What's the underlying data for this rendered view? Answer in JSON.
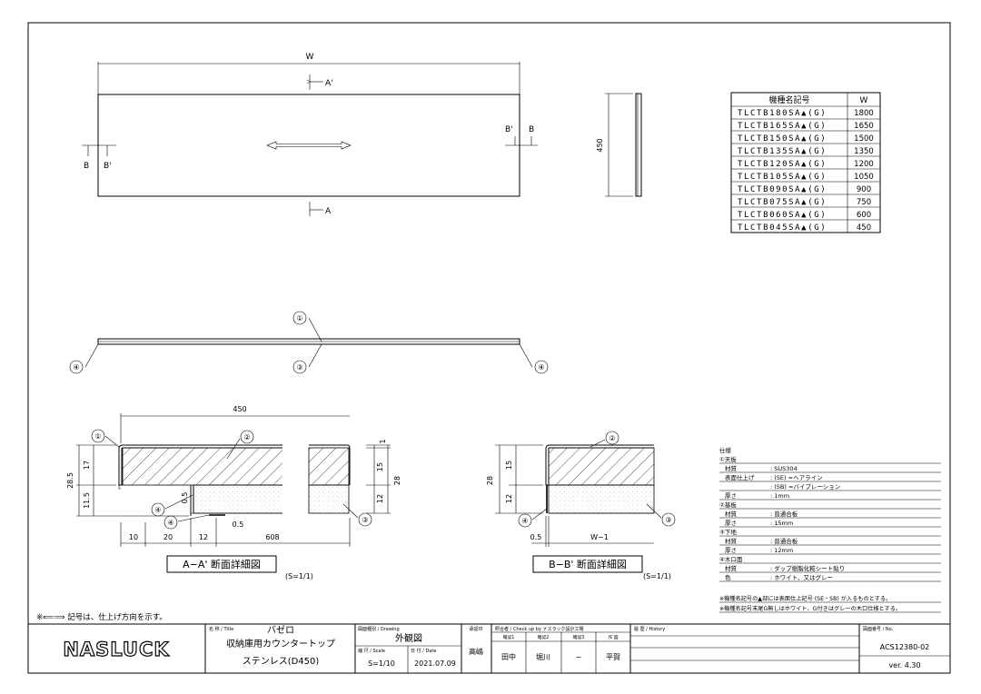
{
  "plan_view": {
    "dim_w": "W",
    "section_a_top": "A'",
    "section_a_bottom": "A",
    "section_b_left_1": "B",
    "section_b_left_2": "B'",
    "section_b_right_1": "B'",
    "section_b_right_2": "B"
  },
  "side_view": {
    "dim_depth": "450"
  },
  "model_table": {
    "headers": [
      "機種名記号",
      "W"
    ],
    "rows": [
      [
        "TLCTB180SA▲(G)",
        "1800"
      ],
      [
        "TLCTB165SA▲(G)",
        "1650"
      ],
      [
        "TLCTB150SA▲(G)",
        "1500"
      ],
      [
        "TLCTB135SA▲(G)",
        "1350"
      ],
      [
        "TLCTB120SA▲(G)",
        "1200"
      ],
      [
        "TLCTB105SA▲(G)",
        "1050"
      ],
      [
        "TLCTB090SA▲(G)",
        "900"
      ],
      [
        "TLCTB075SA▲(G)",
        "750"
      ],
      [
        "TLCTB060SA▲(G)",
        "600"
      ],
      [
        "TLCTB045SA▲(G)",
        "450"
      ]
    ]
  },
  "front_view": {
    "callouts": [
      "①",
      "④",
      "③",
      "④"
    ]
  },
  "section_aa": {
    "title": "A−A' 断面詳細図",
    "scale": "(S=1/1)",
    "dim_top": "450",
    "dims_bottom": [
      "10",
      "20",
      "12",
      "608"
    ],
    "dim_05_a": "0.5",
    "dim_05_b": "0.5",
    "dim_left_total": "28.5",
    "dim_left_17": "17",
    "dim_left_115": "11.5",
    "dim_right_1": "1",
    "dim_right_15": "15",
    "dim_right_12": "12",
    "dim_right_28": "28",
    "callouts": [
      "①",
      "②",
      "④",
      "④",
      "③"
    ]
  },
  "section_bb": {
    "title": "B−B' 断面詳細図",
    "scale": "(S=1/1)",
    "dim_28": "28",
    "dim_15": "15",
    "dim_12": "12",
    "dim_05": "0.5",
    "dim_w1": "W−1",
    "callouts": [
      "②",
      "④",
      "③"
    ]
  },
  "spec": {
    "title": "仕様",
    "sections": [
      {
        "head": "①天板",
        "rows": [
          [
            "材質",
            ": SUS304"
          ],
          [
            "表面仕上げ",
            ": (SE) =ヘアライン"
          ],
          [
            "",
            ": (SB) =バイブレーション"
          ],
          [
            "厚さ",
            ": 1mm"
          ]
        ]
      },
      {
        "head": "②基板",
        "rows": [
          [
            "材質",
            ": 普通合板"
          ],
          [
            "厚さ",
            ": 15mm"
          ]
        ]
      },
      {
        "head": "③下地",
        "rows": [
          [
            "材質",
            ": 普通合板"
          ],
          [
            "厚さ",
            ": 12mm"
          ]
        ]
      },
      {
        "head": "④木口面",
        "rows": [
          [
            "材質",
            ": ダップ樹脂化粧シート貼り"
          ],
          [
            "色",
            ": ホワイト、又はグレー"
          ]
        ]
      }
    ],
    "notes": [
      "※機種名記号の▲部には表面仕上記号 (SE・SB) が入るものとする。",
      "※機種名記号末尾G無しはホワイト、G付きはグレーの木口仕様とする。"
    ]
  },
  "direction_note": "※⟸⟹ 記号は、仕上げ方向を示す。",
  "title_block": {
    "logo": "NASLUCK",
    "name_label": "名 称 / Title",
    "name_brand": "バゼロ",
    "name_line1": "収納庫用カウンタートップ",
    "name_line2": "ステンレス(D450)",
    "drawing_label": "図面種別 / Drawing",
    "drawing_type": "外観図",
    "scale_label": "縮 尺 / Scale",
    "scale_value": "S=1/10",
    "date_label": "日 付 / Date",
    "date_value": "2021.07.09",
    "approve_label": "承認印",
    "approver": "高嶋",
    "check_label": "照合者 / Check up by ナスラック設計工場",
    "check_headers": [
      "確認1",
      "確認2",
      "確認3",
      "作 図"
    ],
    "checkers": [
      "田中",
      "堀川",
      "−",
      "平賀"
    ],
    "history_label": "履 歴 / History",
    "no_label": "図面番号 / No.",
    "drawing_no": "ACS12380-02",
    "version": "ver. 4.30"
  }
}
